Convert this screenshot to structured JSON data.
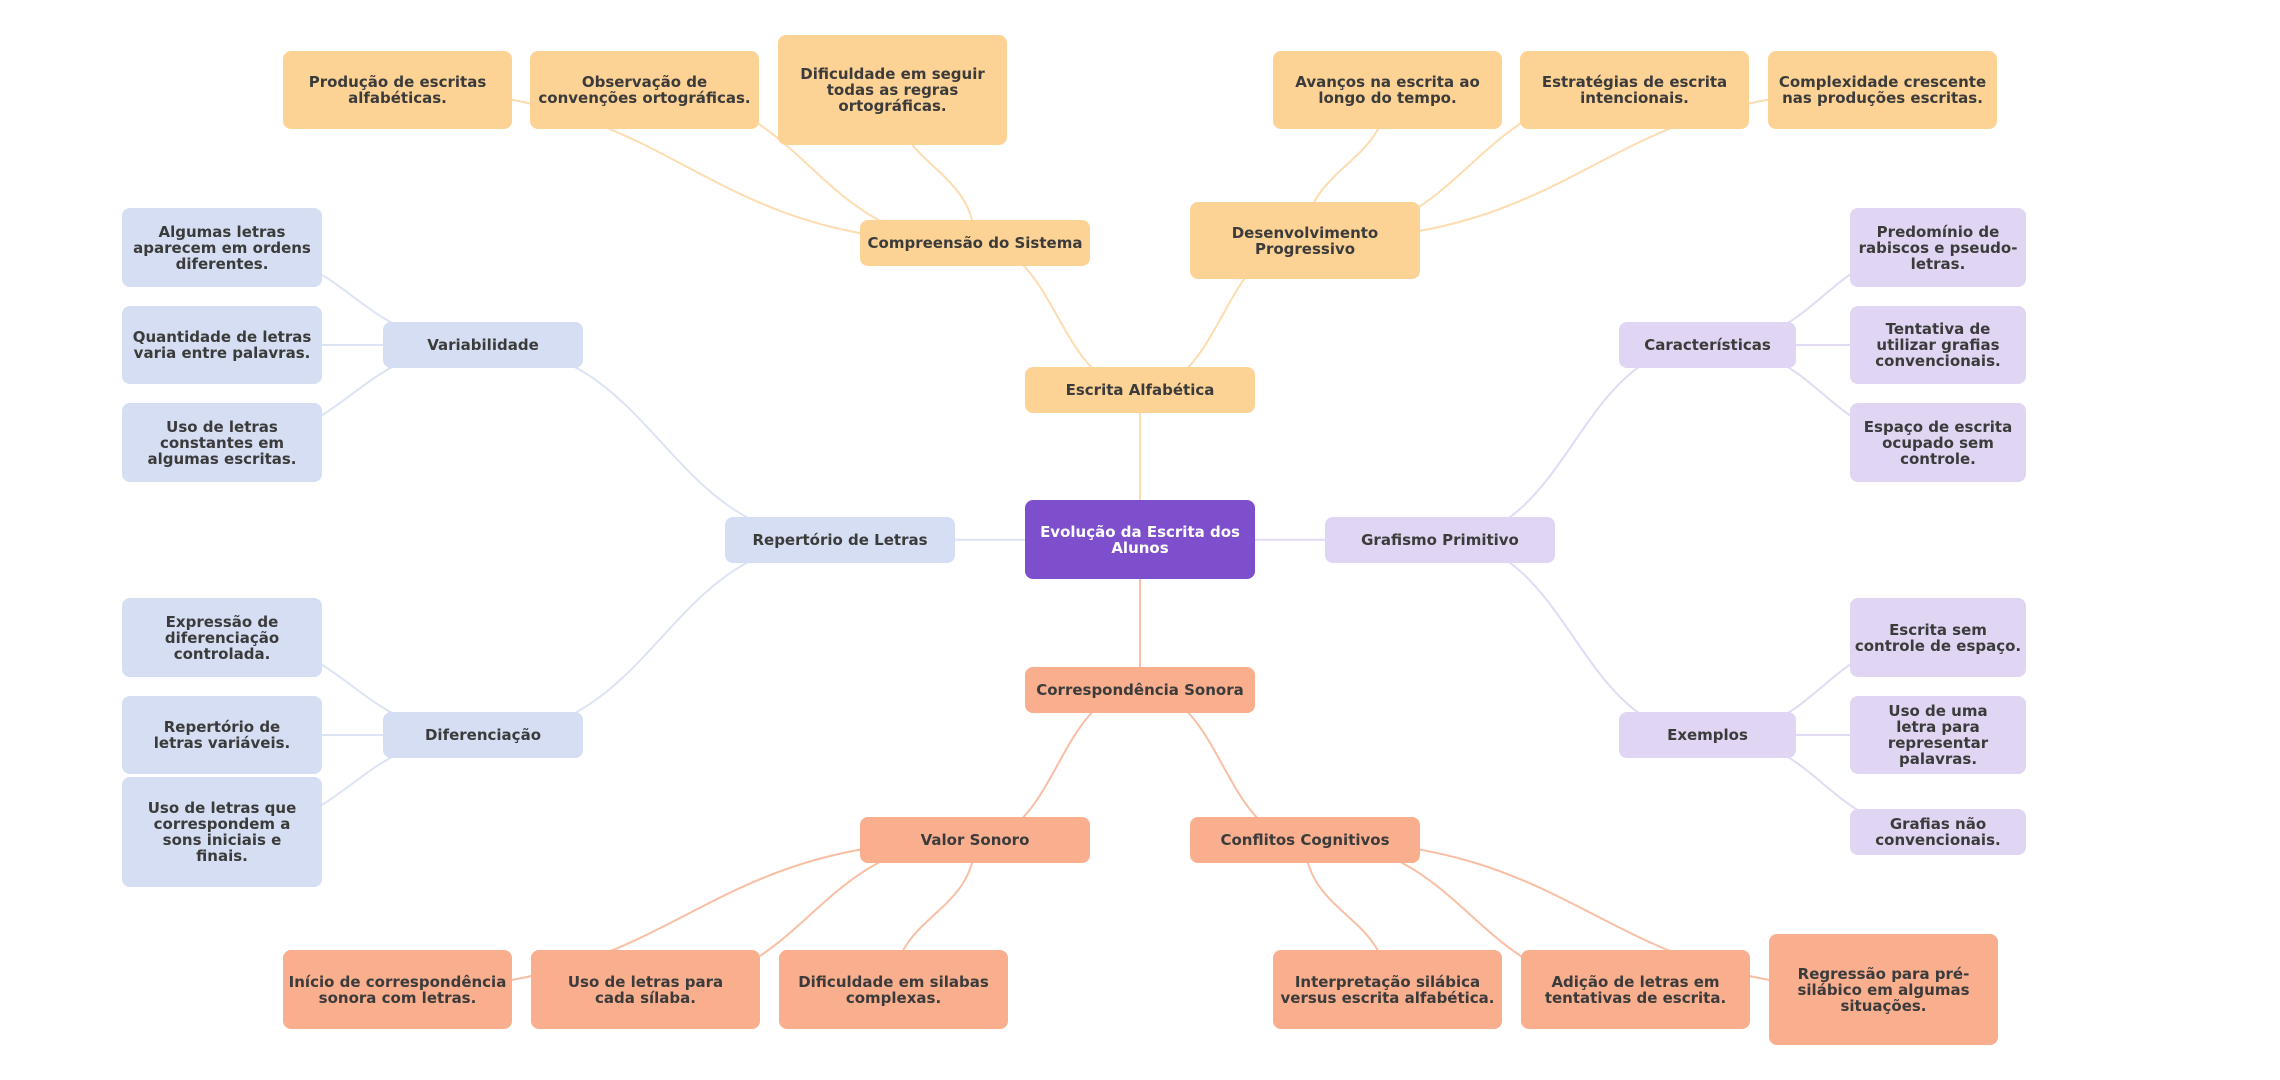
{
  "title": "Evolução da Escrita dos Alunos",
  "colors": {
    "root": "#7E4FCC",
    "orange": "#FDD295",
    "blue": "#D5DEF2",
    "lavender": "#E0D5F2",
    "salmon": "#F9AE8E",
    "edge_orange": "#FDDCB0",
    "edge_blue": "#DCE3F4",
    "edge_lavender": "#E3DAF5",
    "edge_salmon": "#F9BFA4"
  },
  "nodes": {
    "root": "Evolução da Escrita dos Alunos",
    "escrita_alfabetica": "Escrita Alfabética",
    "compreensao": "Compreensão do Sistema",
    "desenvolvimento": "Desenvolvimento Progressivo",
    "producao": "Produção de escritas alfabéticas.",
    "observacao": "Observação de convenções ortográficas.",
    "dificuldade_regras": "Dificuldade em seguir todas as regras ortográficas.",
    "avancos": "Avanços na escrita ao longo do tempo.",
    "estrategias": "Estratégias de escrita intencionais.",
    "complexidade": "Complexidade crescente nas produções escritas.",
    "repertorio": "Repertório de Letras",
    "variabilidade": "Variabilidade",
    "diferenciacao": "Diferenciação",
    "algumas_letras": "Algumas letras aparecem em ordens diferentes.",
    "quantidade": "Quantidade de letras varia entre palavras.",
    "uso_constantes": "Uso de letras constantes em algumas escritas.",
    "expressao": "Expressão de diferenciação controlada.",
    "repertorio_variaveis": "Repertório de letras variáveis.",
    "uso_sons": "Uso de letras que correspondem a sons iniciais e finais.",
    "grafismo": "Grafismo Primitivo",
    "caracteristicas": "Características",
    "exemplos": "Exemplos",
    "predominio": "Predomínio de rabiscos e pseudo-letras.",
    "tentativa": "Tentativa de utilizar grafias convencionais.",
    "espaco": "Espaço de escrita ocupado sem controle.",
    "escrita_sem_controle": "Escrita sem controle de espaço.",
    "uma_letra": "Uso de uma letra para representar palavras.",
    "grafias_nao": "Grafias não convencionais.",
    "correspondencia": "Correspondência Sonora",
    "valor_sonoro": "Valor Sonoro",
    "conflitos": "Conflitos Cognitivos",
    "inicio": "Início de correspondência sonora com letras.",
    "uso_silaba": "Uso de letras para cada sílaba.",
    "dificuldade_silabas": "Dificuldade em silabas complexas.",
    "interpretacao": "Interpretação silábica versus escrita alfabética.",
    "adicao": "Adição de letras em tentativas de escrita.",
    "regressao": "Regressão para pré-silábico em algumas situações."
  }
}
